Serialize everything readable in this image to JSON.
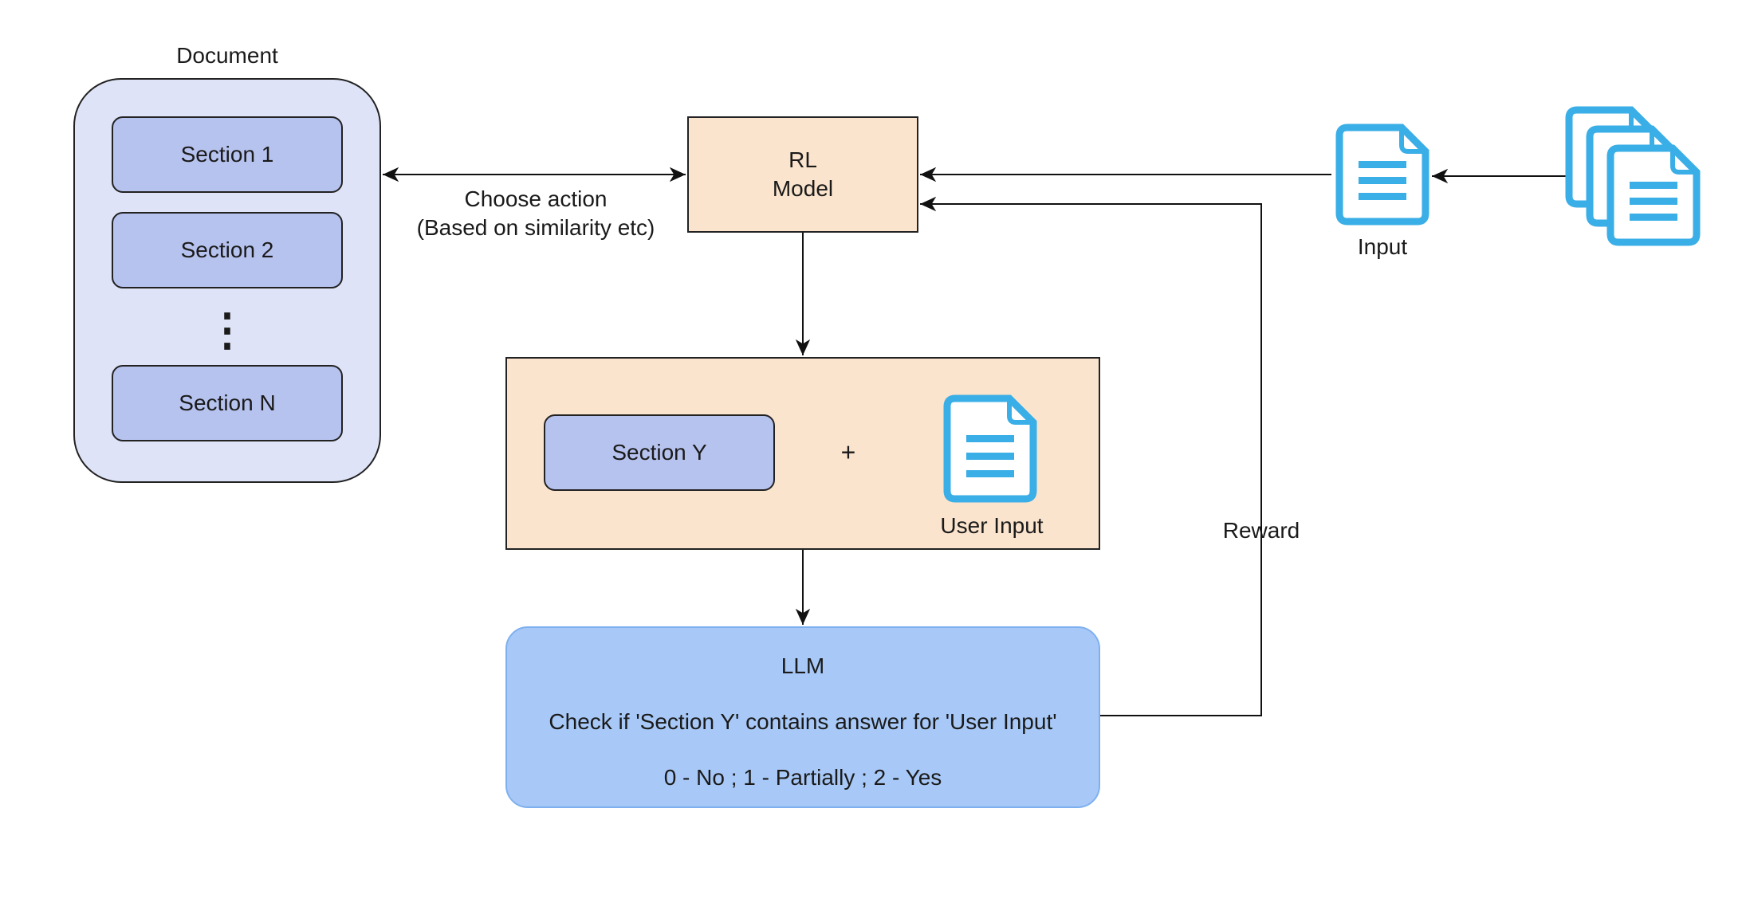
{
  "document": {
    "title": "Document",
    "sections": [
      "Section 1",
      "Section 2",
      "Section N"
    ],
    "ellipsis": "⋮"
  },
  "rl_model": {
    "line1": "RL",
    "line2": "Model"
  },
  "edge_choose": {
    "line1": "Choose action",
    "line2": "(Based on similarity etc)"
  },
  "input": {
    "label": "Input"
  },
  "prompt_box": {
    "section": "Section Y",
    "plus": "+",
    "user_input": "User Input"
  },
  "llm": {
    "title": "LLM",
    "line1": "Check if 'Section Y' contains answer for 'User Input'",
    "line2": "0 - No ; 1 - Partially ; 2 - Yes"
  },
  "reward": {
    "label": "Reward"
  },
  "colors": {
    "doc_bg": "#dee3f7",
    "section_bg": "#b7c3ef",
    "rl_bg": "#fbe4cd",
    "llm_bg": "#a8c9f7",
    "file_icon": "#3aaee6"
  },
  "icons": [
    "file-icon",
    "file-stack-icon"
  ]
}
